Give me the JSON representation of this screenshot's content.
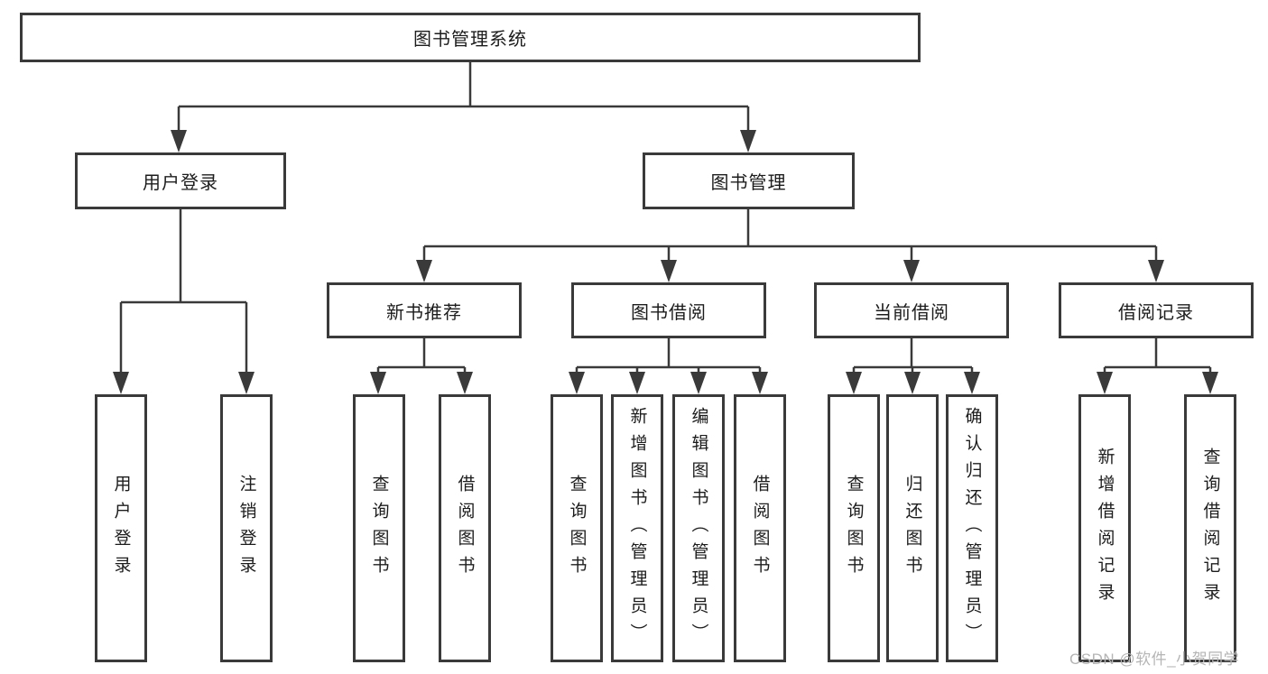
{
  "diagram": {
    "root": "图书管理系统",
    "level2": [
      "用户登录",
      "图书管理"
    ],
    "level3": [
      "新书推荐",
      "图书借阅",
      "当前借阅",
      "借阅记录"
    ],
    "leaves": [
      "用户登录",
      "注销登录",
      "查询图书",
      "借阅图书",
      "查询图书",
      "新增图书（管理员）",
      "编辑图书（管理员）",
      "借阅图书",
      "查询图书",
      "归还图书",
      "确认归还（管理员）",
      "新增借阅记录",
      "查询借阅记录"
    ]
  },
  "watermark": "CSDN @软件_小贺同学",
  "colors": {
    "line": "#3a3a3a",
    "box_border": "#3a3a3a",
    "box_fill": "#ffffff",
    "text": "#1c1c1c",
    "watermark": "#b5b5b5",
    "background": "#ffffff"
  }
}
